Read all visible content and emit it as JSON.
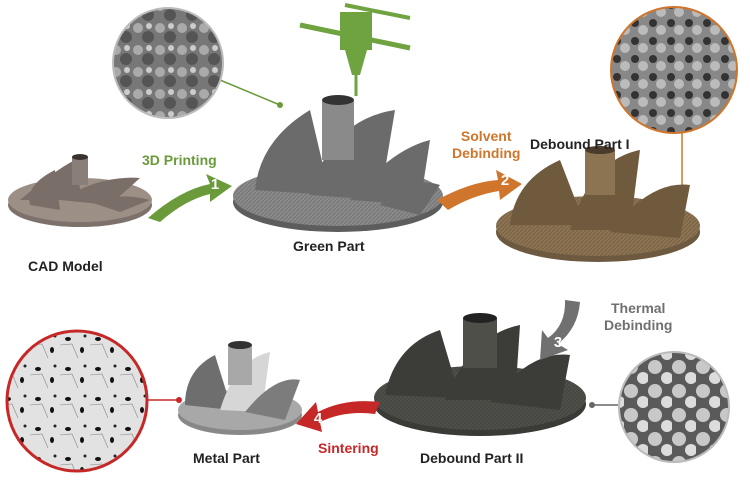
{
  "parts": {
    "cad": "CAD Model",
    "green": "Green Part",
    "debound1": "Debound Part I",
    "debound2": "Debound Part II",
    "metal": "Metal Part"
  },
  "steps": [
    {
      "number": "1",
      "line1": "3D Printing",
      "line2": "",
      "color": "#6a9a3a"
    },
    {
      "number": "2",
      "line1": "Solvent",
      "line2": "Debinding",
      "color": "#d0752c"
    },
    {
      "number": "3",
      "line1": "Thermal",
      "line2": "Debinding",
      "color": "#707070"
    },
    {
      "number": "4",
      "line1": "Sintering",
      "line2": "",
      "color": "#c62828"
    }
  ],
  "colors": {
    "cad": "#9c8f86",
    "green": "#8a8a8a",
    "debound1": "#8c7352",
    "debound2": "#4f4f4a",
    "metal": "#a8a8a8",
    "printer": "#6ea340"
  }
}
